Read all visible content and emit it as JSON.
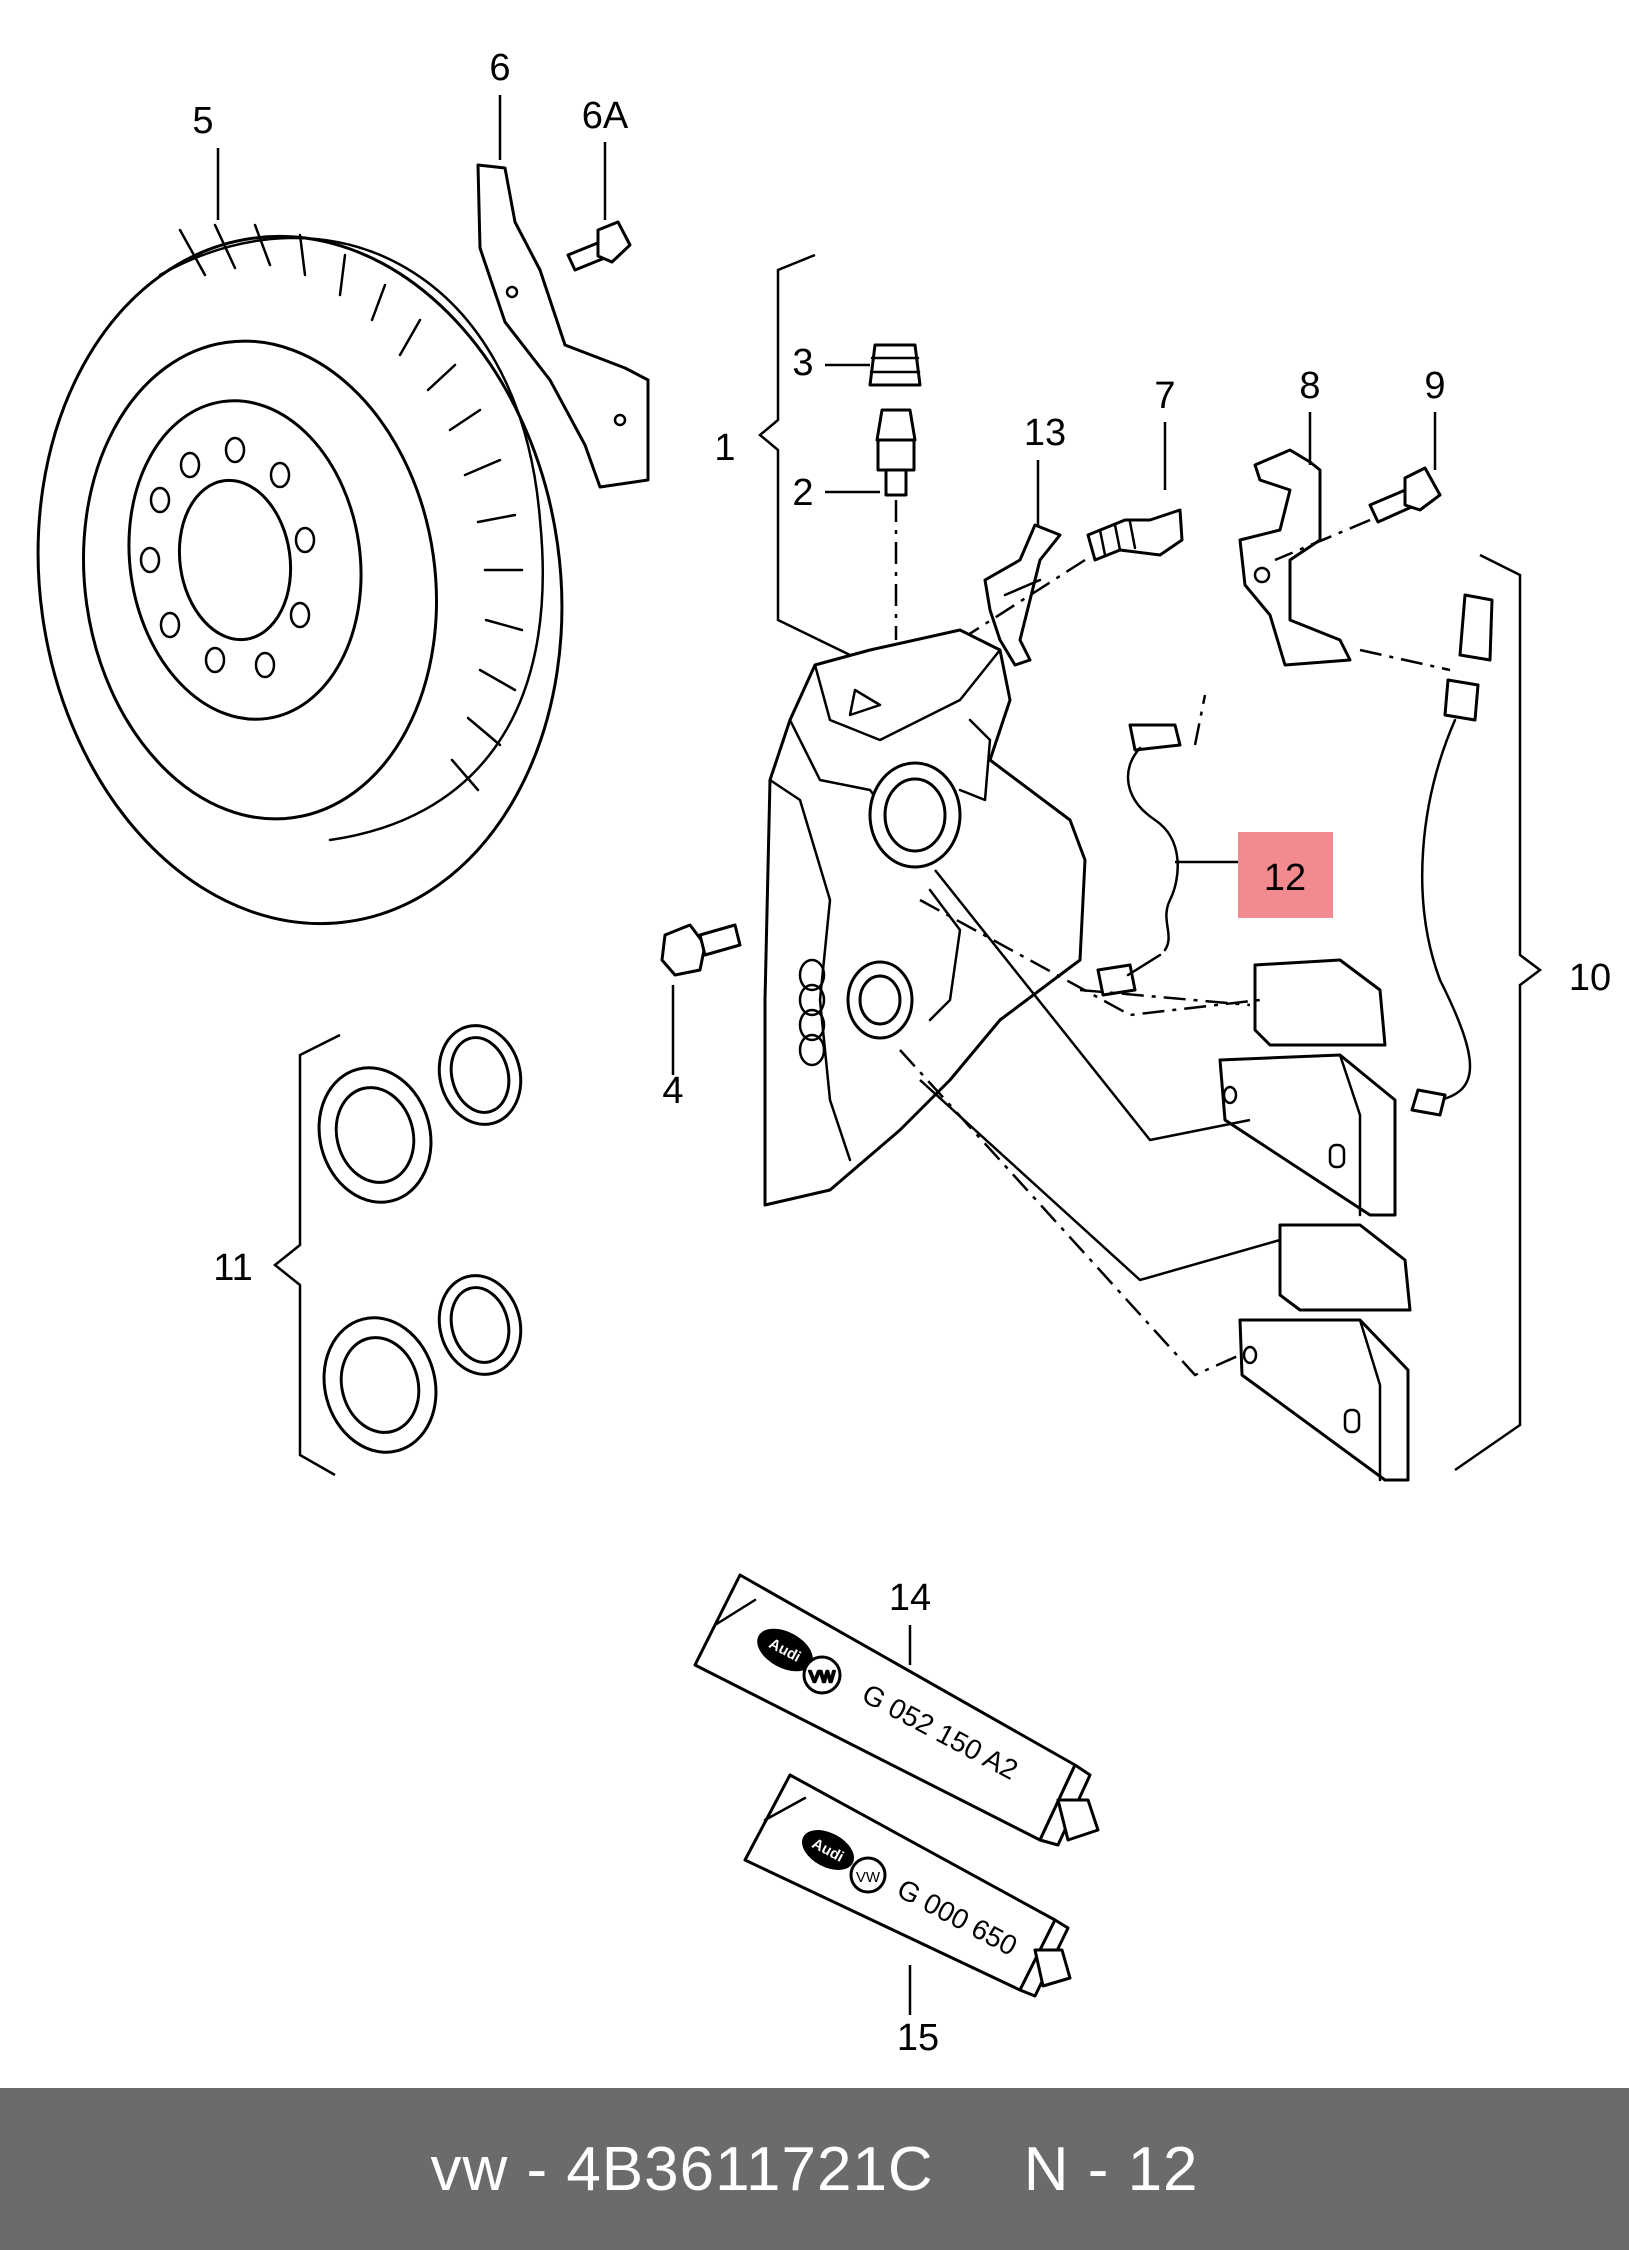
{
  "callouts": {
    "c1": "1",
    "c2": "2",
    "c3": "3",
    "c4": "4",
    "c5": "5",
    "c6": "6",
    "c6a": "6A",
    "c7": "7",
    "c8": "8",
    "c9": "9",
    "c10": "10",
    "c11": "11",
    "c12": "12",
    "c13": "13",
    "c14": "14",
    "c15": "15"
  },
  "highlight": {
    "part": "12",
    "color": "#f38a8f"
  },
  "tubes": {
    "tube14_code": "G 052 150 A2",
    "tube15_code": "G 000 650",
    "brand_left": "Audi",
    "brand_right": "VW"
  },
  "footer": {
    "brand": "vw - 4B3611721C",
    "ref": "N - 12",
    "background": "#6b6b6b"
  }
}
